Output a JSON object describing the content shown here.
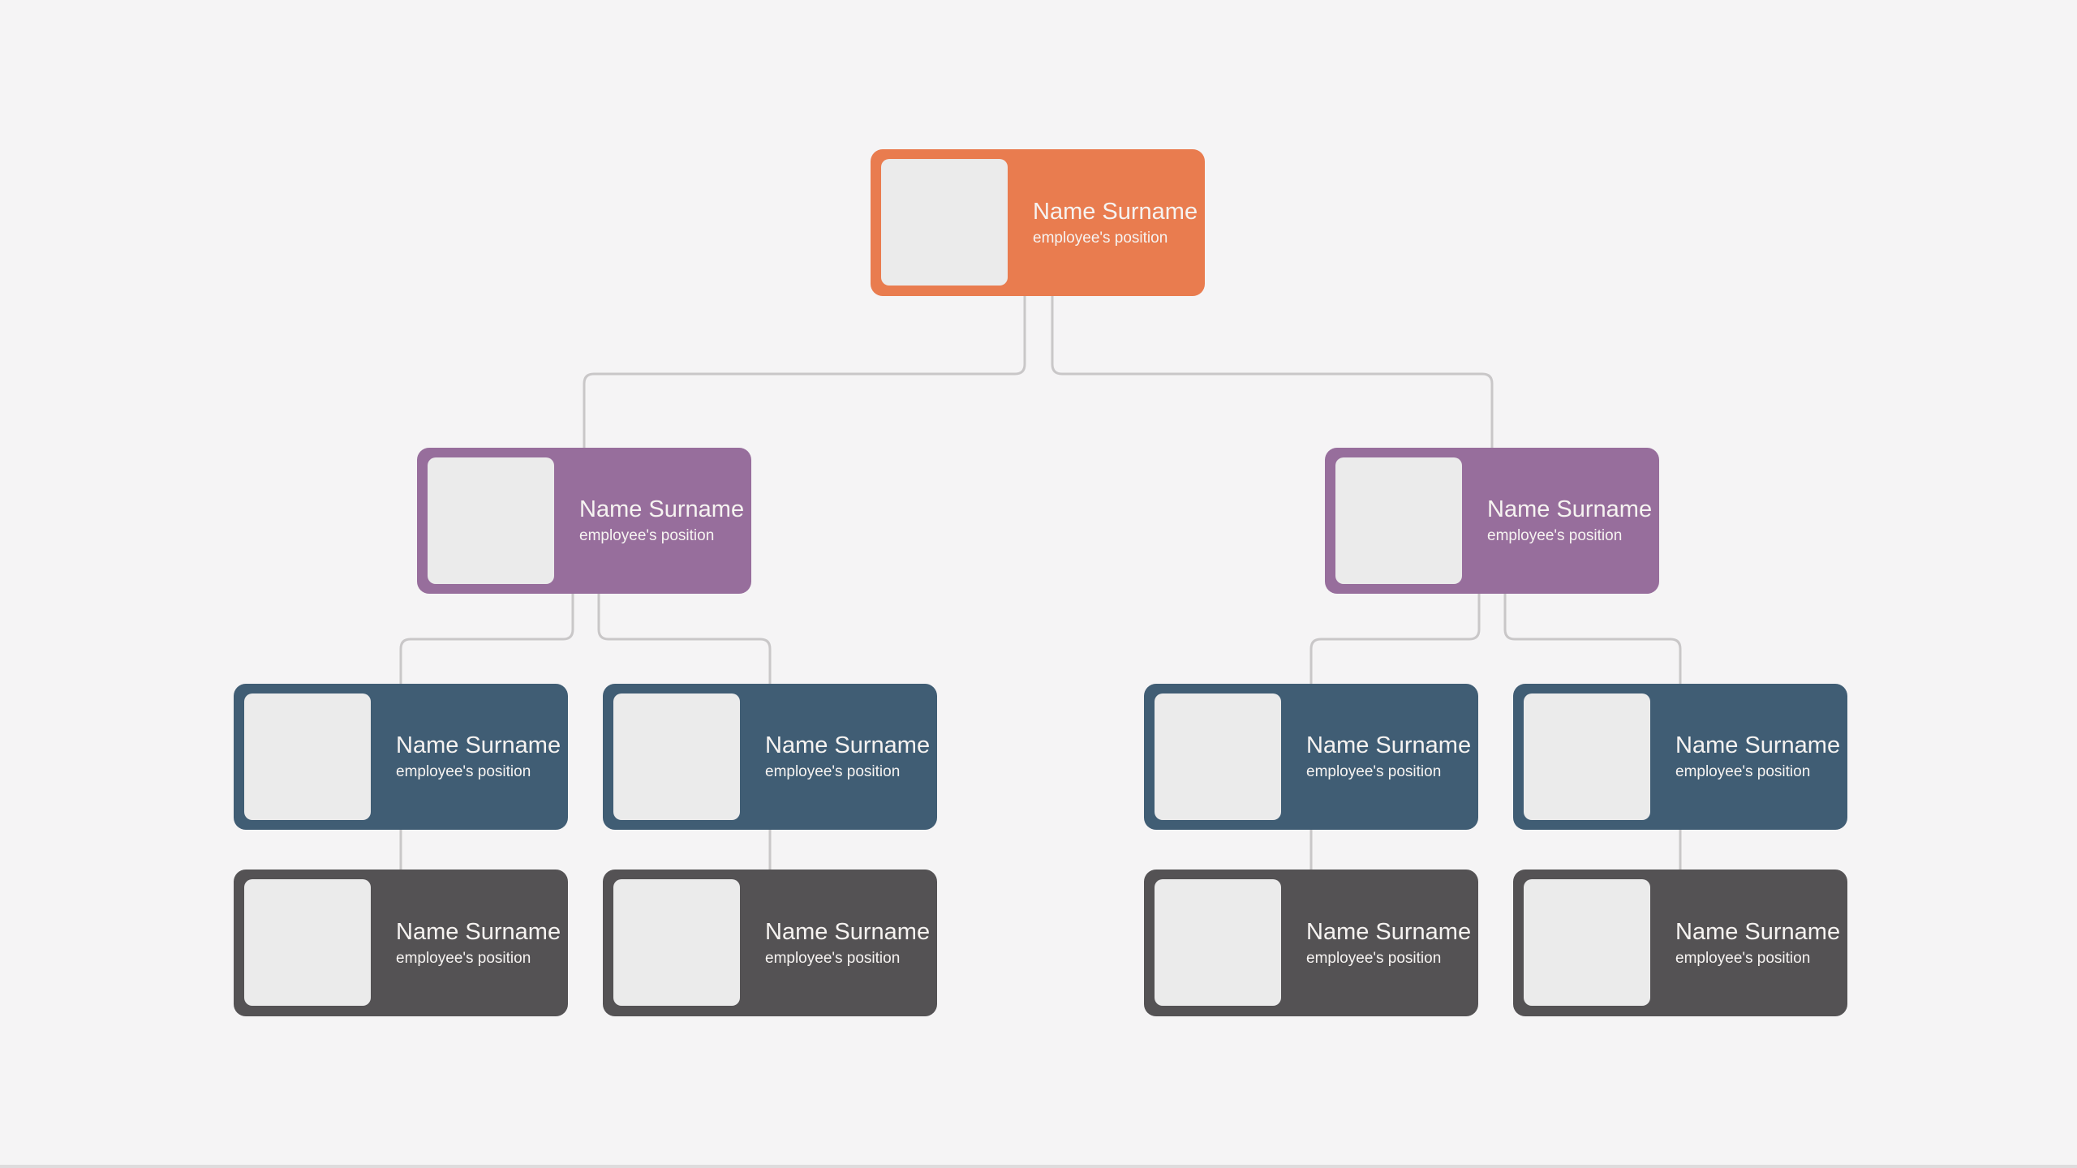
{
  "page": {
    "background_color": "#F5F4F5",
    "description": "Organizational chart template with photo placeholders, four levels"
  },
  "colors": {
    "level1_accent": "#E97C4F",
    "level2_accent": "#976E9C",
    "level3_accent": "#405D74",
    "level4_accent": "#545254",
    "photo_placeholder": "#EBEBEB",
    "connector_line": "#C9C7C8",
    "card_text": "#F6F3F1"
  },
  "org": {
    "nodes": [
      {
        "id": "n0",
        "level": 1,
        "name": "Name Surname",
        "position": "employee's position",
        "parent": null
      },
      {
        "id": "n1",
        "level": 2,
        "name": "Name Surname",
        "position": "employee's position",
        "parent": "n0"
      },
      {
        "id": "n2",
        "level": 2,
        "name": "Name Surname",
        "position": "employee's position",
        "parent": "n0"
      },
      {
        "id": "n3",
        "level": 3,
        "name": "Name Surname",
        "position": "employee's position",
        "parent": "n1"
      },
      {
        "id": "n4",
        "level": 3,
        "name": "Name Surname",
        "position": "employee's position",
        "parent": "n1"
      },
      {
        "id": "n5",
        "level": 3,
        "name": "Name Surname",
        "position": "employee's position",
        "parent": "n2"
      },
      {
        "id": "n6",
        "level": 3,
        "name": "Name Surname",
        "position": "employee's position",
        "parent": "n2"
      },
      {
        "id": "n7",
        "level": 4,
        "name": "Name Surname",
        "position": "employee's position",
        "parent": "n3"
      },
      {
        "id": "n8",
        "level": 4,
        "name": "Name Surname",
        "position": "employee's position",
        "parent": "n4"
      },
      {
        "id": "n9",
        "level": 4,
        "name": "Name Surname",
        "position": "employee's position",
        "parent": "n5"
      },
      {
        "id": "n10",
        "level": 4,
        "name": "Name Surname",
        "position": "employee's position",
        "parent": "n6"
      }
    ]
  }
}
